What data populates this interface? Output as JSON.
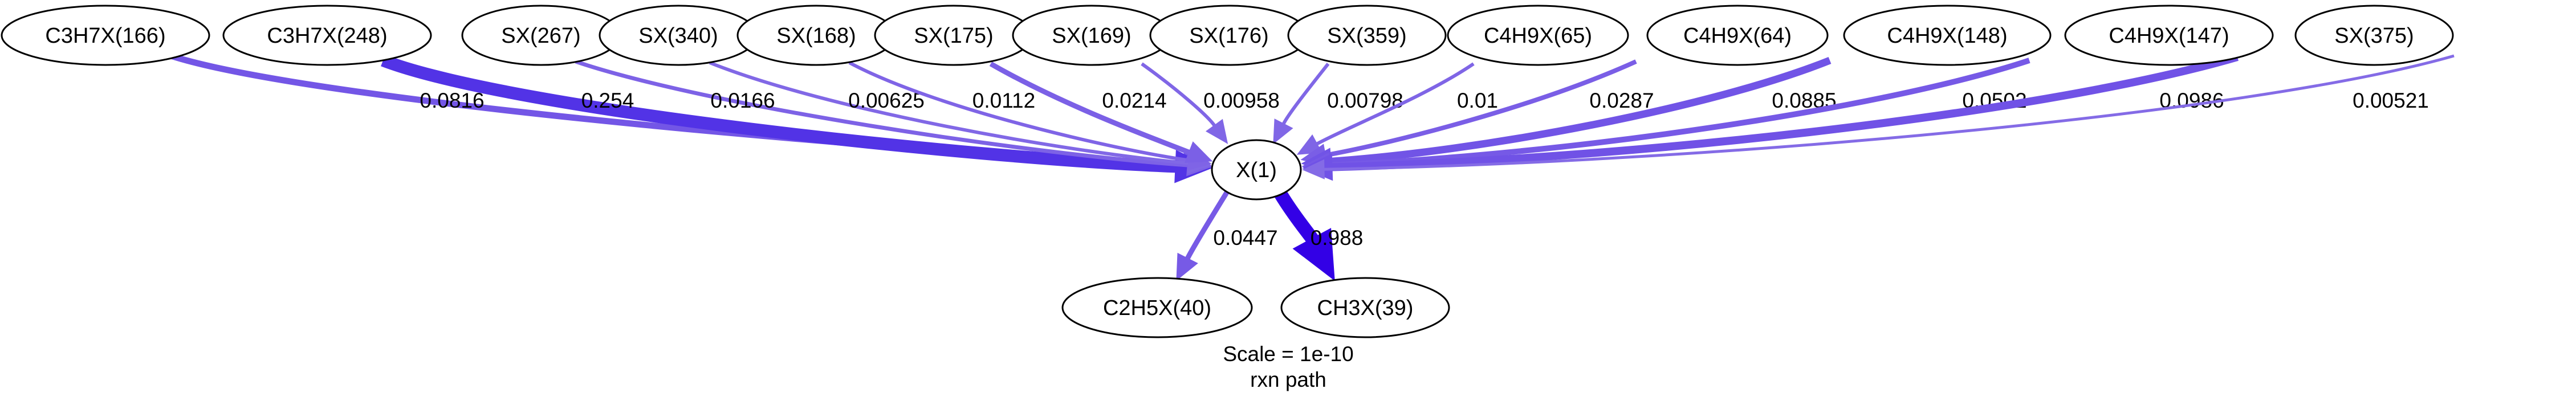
{
  "diagram": {
    "nodes": [
      {
        "id": "C3H7X(166)",
        "label": "C3H7X(166)"
      },
      {
        "id": "C3H7X(248)",
        "label": "C3H7X(248)"
      },
      {
        "id": "SX(267)",
        "label": "SX(267)"
      },
      {
        "id": "SX(340)",
        "label": "SX(340)"
      },
      {
        "id": "SX(168)",
        "label": "SX(168)"
      },
      {
        "id": "SX(175)",
        "label": "SX(175)"
      },
      {
        "id": "SX(169)",
        "label": "SX(169)"
      },
      {
        "id": "SX(176)",
        "label": "SX(176)"
      },
      {
        "id": "SX(359)",
        "label": "SX(359)"
      },
      {
        "id": "C4H9X(65)",
        "label": "C4H9X(65)"
      },
      {
        "id": "C4H9X(64)",
        "label": "C4H9X(64)"
      },
      {
        "id": "C4H9X(148)",
        "label": "C4H9X(148)"
      },
      {
        "id": "C4H9X(147)",
        "label": "C4H9X(147)"
      },
      {
        "id": "SX(375)",
        "label": "SX(375)"
      },
      {
        "id": "X(1)",
        "label": "X(1)"
      },
      {
        "id": "C2H5X(40)",
        "label": "C2H5X(40)"
      },
      {
        "id": "CH3X(39)",
        "label": "CH3X(39)"
      }
    ],
    "edges": [
      {
        "from": "C3H7X(166)",
        "to": "X(1)",
        "label": "0.0816",
        "color": "#7356e6"
      },
      {
        "from": "C3H7X(248)",
        "to": "X(1)",
        "label": "0.254",
        "color": "#5233e6"
      },
      {
        "from": "SX(267)",
        "to": "X(1)",
        "label": "0.0166",
        "color": "#7d62e6"
      },
      {
        "from": "SX(340)",
        "to": "X(1)",
        "label": "0.00625",
        "color": "#8168e6"
      },
      {
        "from": "SX(168)",
        "to": "X(1)",
        "label": "0.0112",
        "color": "#7f64e6"
      },
      {
        "from": "SX(175)",
        "to": "X(1)",
        "label": "0.0214",
        "color": "#7b60e6"
      },
      {
        "from": "SX(169)",
        "to": "X(1)",
        "label": "0.00958",
        "color": "#8066e6"
      },
      {
        "from": "SX(176)",
        "to": "X(1)",
        "label": "0.00798",
        "color": "#8067e6"
      },
      {
        "from": "SX(359)",
        "to": "X(1)",
        "label": "0.01",
        "color": "#7f65e6"
      },
      {
        "from": "C4H9X(65)",
        "to": "X(1)",
        "label": "0.0287",
        "color": "#7a5ee6"
      },
      {
        "from": "C4H9X(64)",
        "to": "X(1)",
        "label": "0.0885",
        "color": "#7154e6"
      },
      {
        "from": "C4H9X(148)",
        "to": "X(1)",
        "label": "0.0502",
        "color": "#7659e6"
      },
      {
        "from": "C4H9X(147)",
        "to": "X(1)",
        "label": "0.0986",
        "color": "#7052e6"
      },
      {
        "from": "SX(375)",
        "to": "X(1)",
        "label": "0.00521",
        "color": "#846be6"
      },
      {
        "from": "X(1)",
        "to": "C2H5X(40)",
        "label": "0.0447",
        "color": "#775ae6"
      },
      {
        "from": "X(1)",
        "to": "CH3X(39)",
        "label": "0.988",
        "color": "#3300e6"
      }
    ],
    "caption_lines": [
      "Scale = 1e-10",
      "rxn path"
    ]
  }
}
